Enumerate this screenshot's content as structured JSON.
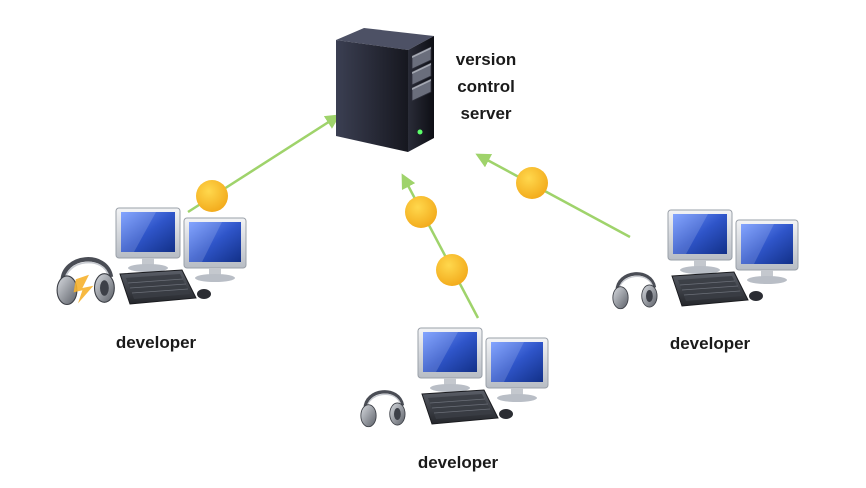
{
  "server": {
    "label_lines": [
      "version",
      "control",
      "server"
    ]
  },
  "developers": [
    {
      "id": "left",
      "label": "developer"
    },
    {
      "id": "mid",
      "label": "developer"
    },
    {
      "id": "right",
      "label": "developer"
    }
  ],
  "colors": {
    "arrow": "#9fd36b",
    "commit_dot": "#fbbf24",
    "server_body": "#1e1f2a",
    "monitor_screen": "#2f55c9",
    "keyboard": "#3a3d44"
  },
  "icons": [
    "server-tower-icon",
    "dual-monitor-workstation-icon",
    "headphones-icon",
    "keyboard-icon",
    "mouse-icon",
    "arrow-icon",
    "commit-dot-icon"
  ]
}
